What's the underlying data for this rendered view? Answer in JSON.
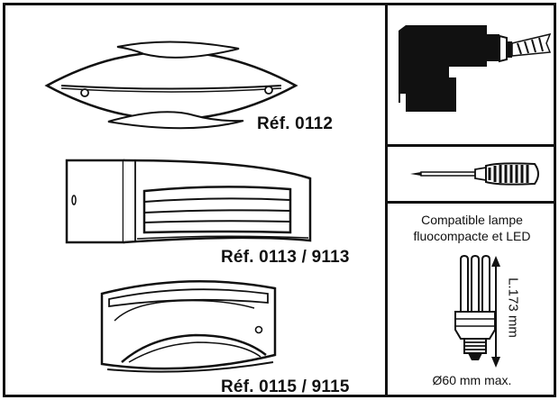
{
  "products": [
    {
      "ref": "Réf. 0112",
      "icon": "oval-wall-light-icon"
    },
    {
      "ref": "Réf. 0113 / 9113",
      "icon": "rectangular-louvre-wall-light-icon"
    },
    {
      "ref": "Réf. 0115 / 9115",
      "icon": "half-moon-wall-light-icon"
    }
  ],
  "tools": [
    {
      "icon": "drill-icon"
    },
    {
      "icon": "screwdriver-icon"
    }
  ],
  "lamp": {
    "compat_line1": "Compatible lampe",
    "compat_line2": "fluocompacte et LED",
    "length_label": "L.173 mm",
    "diameter_label": "Ø60 mm max.",
    "icon": "compact-fluorescent-lamp-icon"
  }
}
